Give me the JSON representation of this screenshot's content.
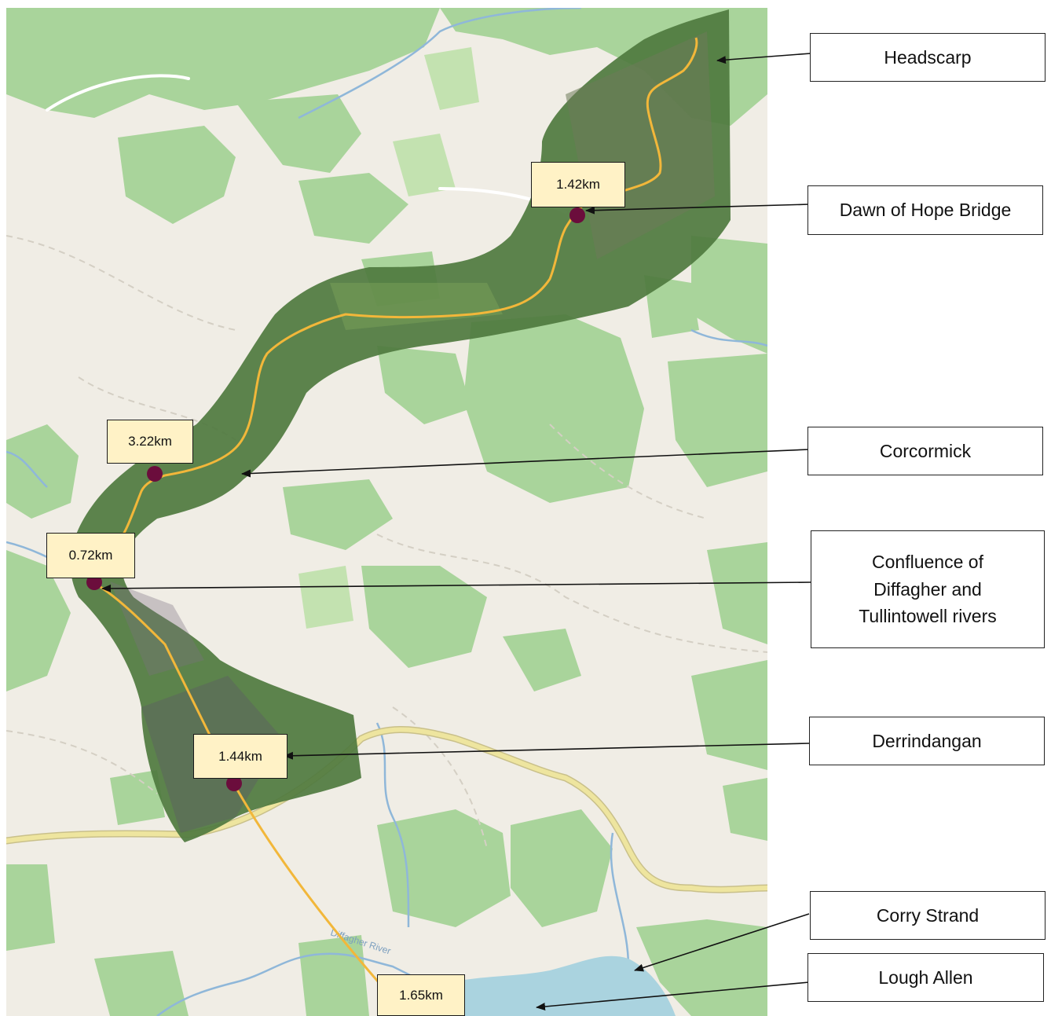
{
  "colors": {
    "base": "#f0ede5",
    "woodland": "#a9d49b",
    "woodland_light": "#c3e2b0",
    "river": "#8fb7d9",
    "road": "#e8df94",
    "lake": "#aad3df",
    "imagery": "#4f7a3f",
    "route": "#f2b73a",
    "marker": "#6b0d3c",
    "label_bg": "#fff2c6"
  },
  "map": {
    "river_label": "Diffagher River"
  },
  "distance_labels": [
    {
      "id": "d1",
      "text": "1.42km"
    },
    {
      "id": "d2",
      "text": "3.22km"
    },
    {
      "id": "d3",
      "text": "0.72km"
    },
    {
      "id": "d4",
      "text": "1.44km"
    },
    {
      "id": "d5",
      "text": "1.65km"
    }
  ],
  "places": [
    {
      "id": "p1",
      "lines": [
        "Headscarp"
      ]
    },
    {
      "id": "p2",
      "lines": [
        "Dawn of Hope Bridge"
      ]
    },
    {
      "id": "p3",
      "lines": [
        "Corcormick"
      ]
    },
    {
      "id": "p4",
      "lines": [
        "Confluence of",
        "Diffagher and",
        "Tullintowell rivers"
      ]
    },
    {
      "id": "p5",
      "lines": [
        "Derrindangan"
      ]
    },
    {
      "id": "p6",
      "lines": [
        "Corry Strand"
      ]
    },
    {
      "id": "p7",
      "lines": [
        "Lough Allen"
      ]
    }
  ]
}
